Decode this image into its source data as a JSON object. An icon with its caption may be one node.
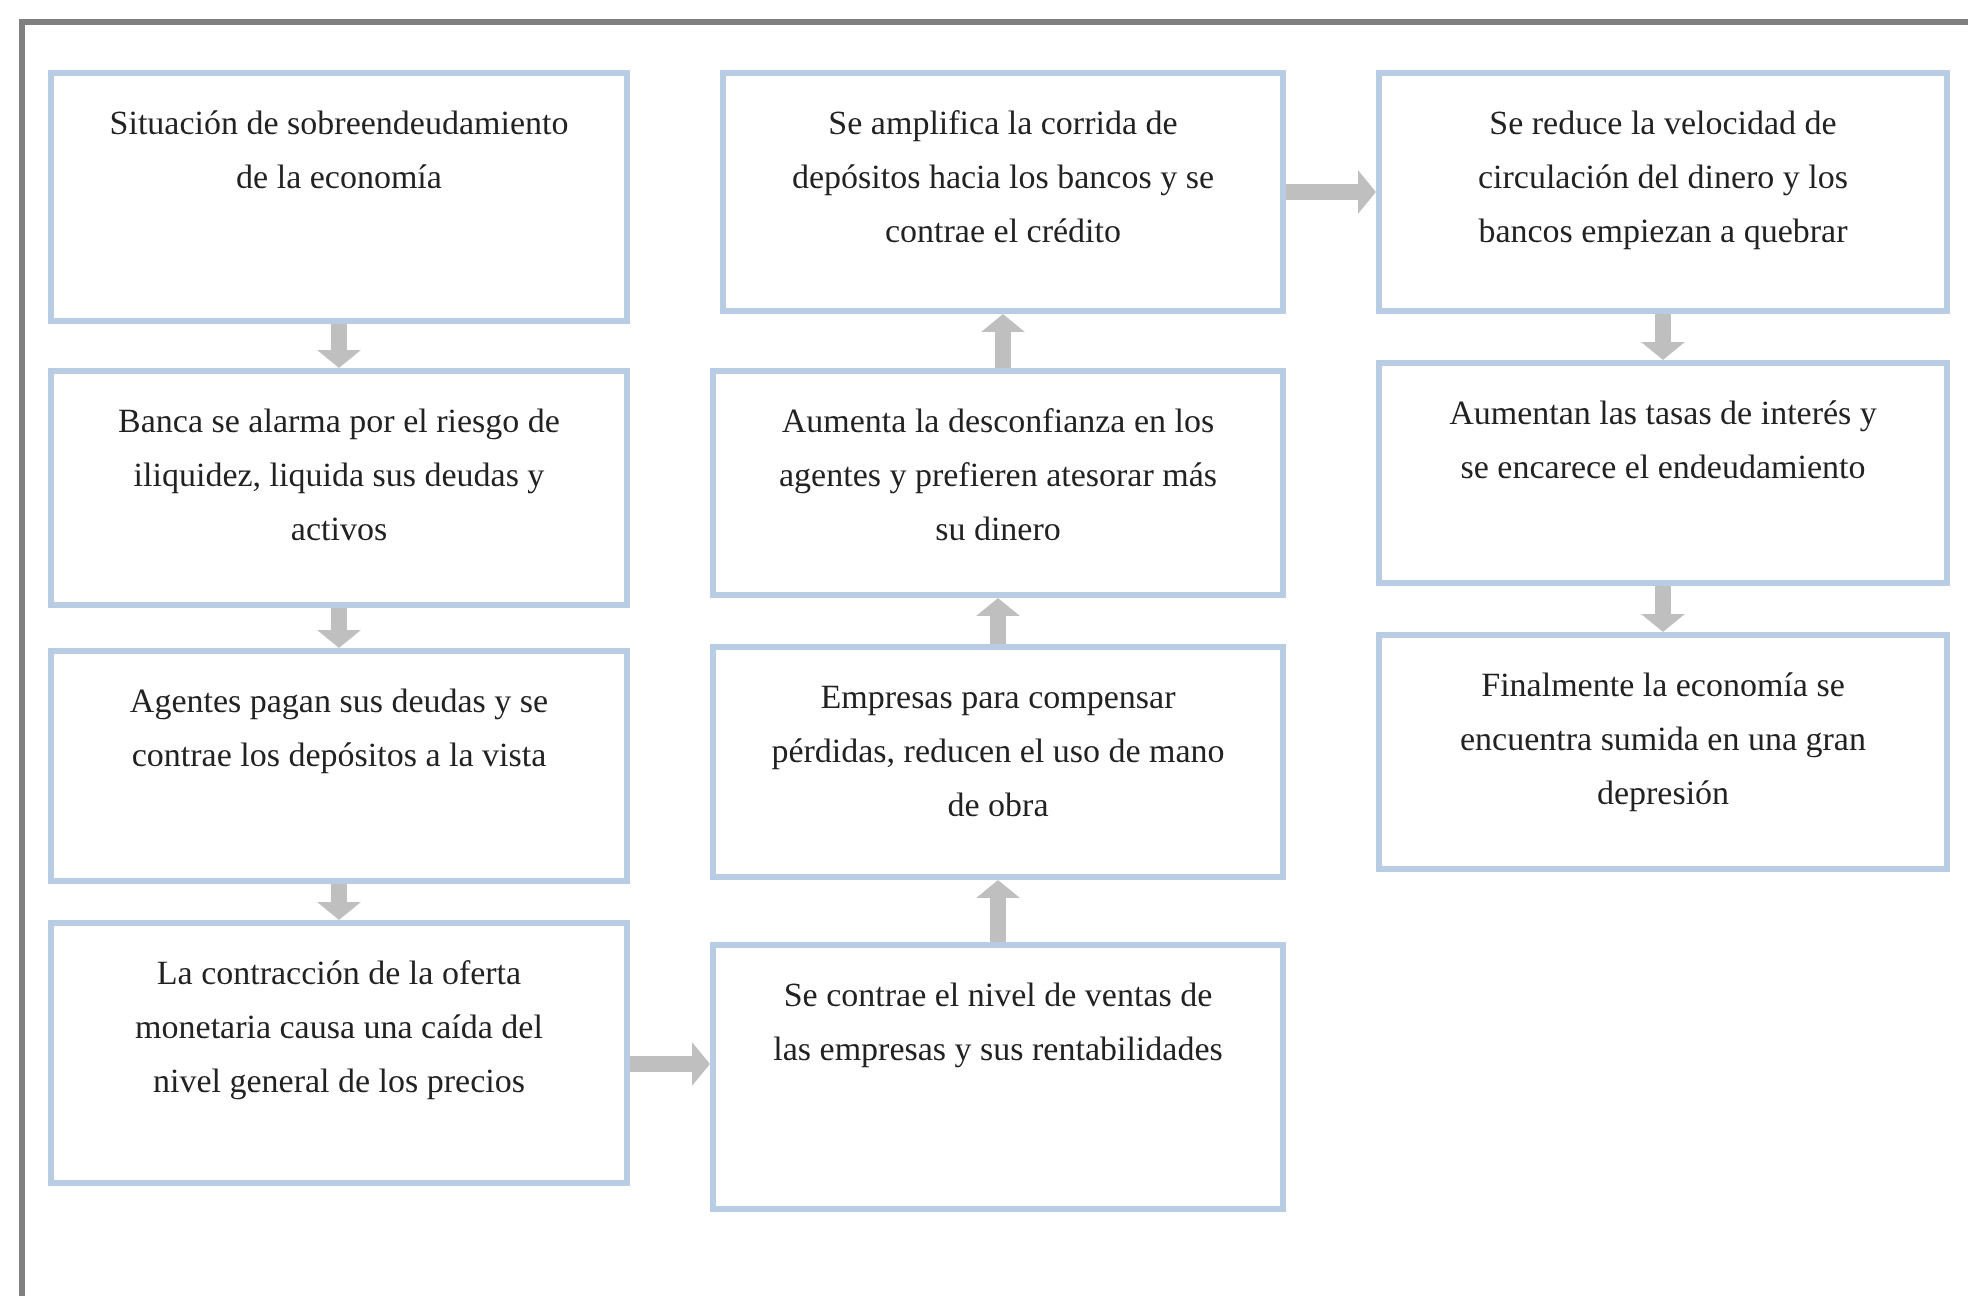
{
  "diagram": {
    "nodes": [
      {
        "text": [
          "Situación de sobreendeudamiento de la economía"
        ]
      },
      {
        "text": [
          "Banca se alarma por el riesgo de iliquidez, liquida sus deudas y activos"
        ]
      },
      {
        "text": [
          "Agentes pagan sus deudas y se contrae los depósitos a la vista"
        ]
      },
      {
        "text": [
          "La contracción de la oferta monetaria causa una caída del nivel general de los precios"
        ]
      },
      {
        "text": [
          "Se contrae el nivel de ventas de las empresas y sus rentabilidades"
        ]
      },
      {
        "text": [
          "Empresas para compensar pérdidas, reducen el uso de mano de obra"
        ]
      },
      {
        "text": [
          "Aumenta la desconfianza en los agentes y prefieren atesorar más su dinero"
        ]
      },
      {
        "text": [
          "Se amplifica la corrida de depósitos hacia los bancos y se contrae el crédito"
        ]
      },
      {
        "text": [
          "Se reduce la velocidad de circulación del dinero y los bancos empiezan a quebrar"
        ]
      },
      {
        "text": [
          "Aumentan las tasas de interés y se encarece el endeudamiento"
        ]
      },
      {
        "text": [
          "Finalmente la economía se encuentra sumida en una gran depresión"
        ]
      }
    ],
    "edges": [
      {
        "from": 0,
        "to": 1,
        "arrow": "to"
      },
      {
        "from": 1,
        "to": 2,
        "arrow": "to"
      },
      {
        "from": 2,
        "to": 3,
        "arrow": "to"
      },
      {
        "from": 3,
        "to": 4,
        "arrow": "to"
      },
      {
        "from": 4,
        "to": 5,
        "arrow": "to"
      },
      {
        "from": 5,
        "to": 6,
        "arrow": "to"
      },
      {
        "from": 6,
        "to": 7,
        "arrow": "to"
      },
      {
        "from": 7,
        "to": 8,
        "arrow": "to"
      },
      {
        "from": 8,
        "to": 9,
        "arrow": "to"
      },
      {
        "from": 9,
        "to": 10,
        "arrow": "to"
      }
    ]
  }
}
